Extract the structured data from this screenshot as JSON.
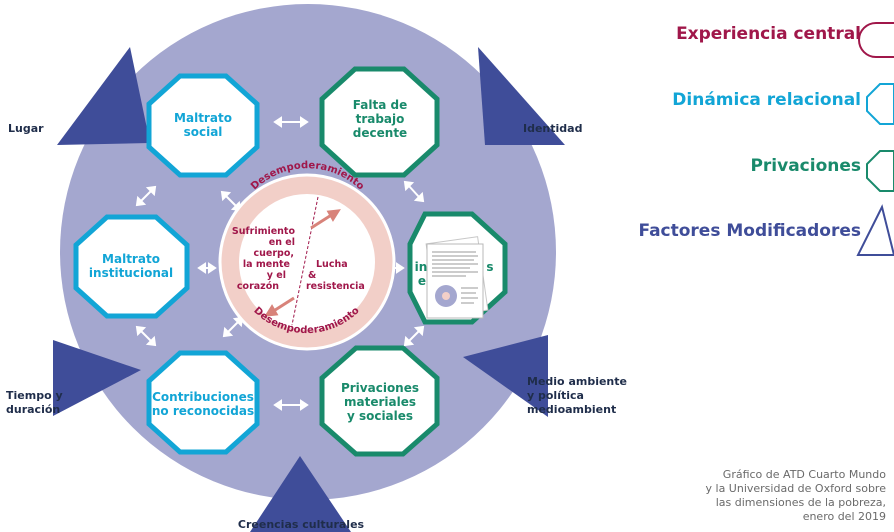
{
  "colors": {
    "circle_bg": "#a4a7cf",
    "triangle": "#3f4d99",
    "central_red": "#a0174a",
    "relational_blue": "#12a5d6",
    "privation_green": "#198a6b",
    "core_ring": "#f2cfc8",
    "arrow_pink": "#d8837a"
  },
  "octagons": {
    "maltrato_social": [
      "Maltrato",
      "social"
    ],
    "falta_trabajo": [
      "Falta de",
      "trabajo",
      "decente"
    ],
    "maltrato_institucional": [
      "Maltrato",
      "institucional"
    ],
    "right_partial": [
      "in",
      "s",
      "e"
    ],
    "contribuciones": [
      "Contribuciones",
      "no reconocidas"
    ],
    "privaciones_materiales": [
      "Privaciones",
      "materiales",
      "y sociales"
    ]
  },
  "core": {
    "top_arc": "Desempoderamiento",
    "bottom_arc": "Desempoderamiento",
    "suffering": [
      "Sufrimiento",
      "en el",
      "cuerpo,",
      "la mente",
      "y el",
      "corazón"
    ],
    "struggle": [
      "Lucha",
      "&",
      "resistencia"
    ]
  },
  "factors": {
    "lugar": "Lugar",
    "identidad": "Identidad",
    "tiempo": [
      "Tiempo y",
      "duración"
    ],
    "medio_ambiente": [
      "Medio ambiente",
      "y política",
      "medioambient"
    ],
    "creencias": "Creencias culturales"
  },
  "legend": {
    "central": "Experiencia central",
    "relacional": "Dinámica relacional",
    "privaciones": "Privaciones",
    "modificadores": "Factores Modificadores"
  },
  "caption": [
    "Gráfico de ATD Cuarto Mundo",
    "y la Universidad de Oxford sobre",
    "las dimensiones de la pobreza,",
    "enero del 2019"
  ]
}
